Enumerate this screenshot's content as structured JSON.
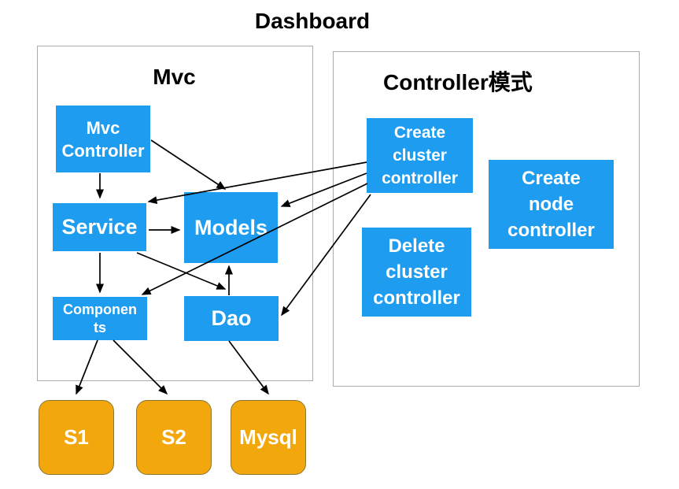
{
  "title": "Dashboard",
  "containers": {
    "mvc": {
      "label": "Mvc"
    },
    "controller_pattern": {
      "label": "Controller模式"
    }
  },
  "nodes": {
    "mvc_controller": {
      "lines": [
        "Mvc",
        "Controller"
      ]
    },
    "service": {
      "lines": [
        "Service"
      ]
    },
    "models": {
      "lines": [
        "Models"
      ]
    },
    "components": {
      "lines": [
        "Componen",
        "ts"
      ]
    },
    "dao": {
      "lines": [
        "Dao"
      ]
    },
    "create_cluster_controller": {
      "lines": [
        "Create",
        "cluster",
        "controller"
      ]
    },
    "create_node_controller": {
      "lines": [
        "Create",
        "node",
        "controller"
      ]
    },
    "delete_cluster_controller": {
      "lines": [
        "Delete",
        "cluster",
        "controller"
      ]
    },
    "s1": {
      "lines": [
        "S1"
      ]
    },
    "s2": {
      "lines": [
        "S2"
      ]
    },
    "mysql": {
      "lines": [
        "Mysql"
      ]
    }
  },
  "edges": [
    {
      "from": "mvc_controller",
      "to": "service"
    },
    {
      "from": "mvc_controller",
      "to": "models"
    },
    {
      "from": "service",
      "to": "models"
    },
    {
      "from": "service",
      "to": "components"
    },
    {
      "from": "service",
      "to": "dao"
    },
    {
      "from": "dao",
      "to": "models"
    },
    {
      "from": "create_cluster_controller",
      "to": "service"
    },
    {
      "from": "create_cluster_controller",
      "to": "models"
    },
    {
      "from": "create_cluster_controller",
      "to": "components"
    },
    {
      "from": "create_cluster_controller",
      "to": "dao"
    },
    {
      "from": "components",
      "to": "s1"
    },
    {
      "from": "components",
      "to": "s2"
    },
    {
      "from": "dao",
      "to": "mysql"
    }
  ],
  "colors": {
    "node_fill": "#1E9CF0",
    "node_text": "#FFFFFF",
    "store_fill": "#F2A70D",
    "store_border": "#8B7536",
    "container_border": "#ABABAB",
    "arrow": "#000000",
    "title_text": "#000000"
  }
}
